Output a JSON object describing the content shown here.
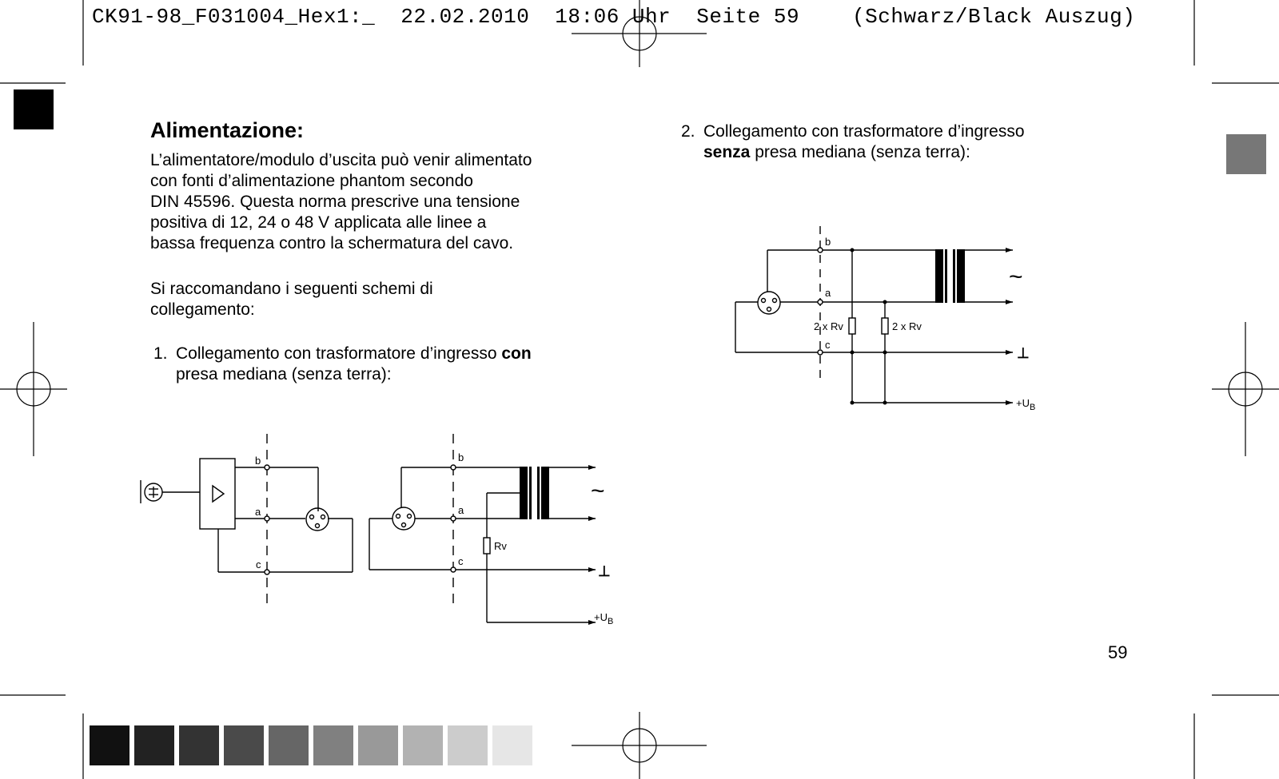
{
  "header": {
    "job": "CK91-98_F031004_Hex1:_",
    "date": "22.02.2010",
    "time": "18:06 Uhr",
    "page_label": "Seite 59",
    "separation": "(Schwarz/Black Auszug)"
  },
  "content": {
    "title": "Alimentazione:",
    "paragraph1": [
      "L’alimentatore/modulo d’uscita può venir alimentato",
      "con fonti d’alimentazione phantom secondo",
      "DIN 45596. Questa norma prescrive una tensione",
      "positiva di 12, 24 o 48 V applicata alle linee a",
      "bassa frequenza contro la schermatura del cavo."
    ],
    "paragraph2": [
      "Si raccomandano i seguenti schemi di",
      "collegamento:"
    ],
    "item1": {
      "number": "1.",
      "text_before": "Collegamento con trasformatore d’ingresso ",
      "bold": "con",
      "line2": "presa mediana (senza terra):"
    },
    "item2": {
      "number": "2.",
      "line1": "Collegamento con trasformatore d’ingresso",
      "bold": "senza",
      "line2_rest": " presa mediana (senza terra):"
    }
  },
  "diagram_labels": {
    "b": "b",
    "a": "a",
    "c": "c",
    "rv": "Rv",
    "two_rv": "2 x Rv",
    "ac": "~",
    "ground": "⊥",
    "ub": "+U",
    "ub_sub": "B"
  },
  "page_number": "59",
  "color_bar": [
    "#111111",
    "#222222",
    "#333333",
    "#4a4a4a",
    "#666666",
    "#808080",
    "#999999",
    "#b2b2b2",
    "#cccccc",
    "#e6e6e6"
  ]
}
